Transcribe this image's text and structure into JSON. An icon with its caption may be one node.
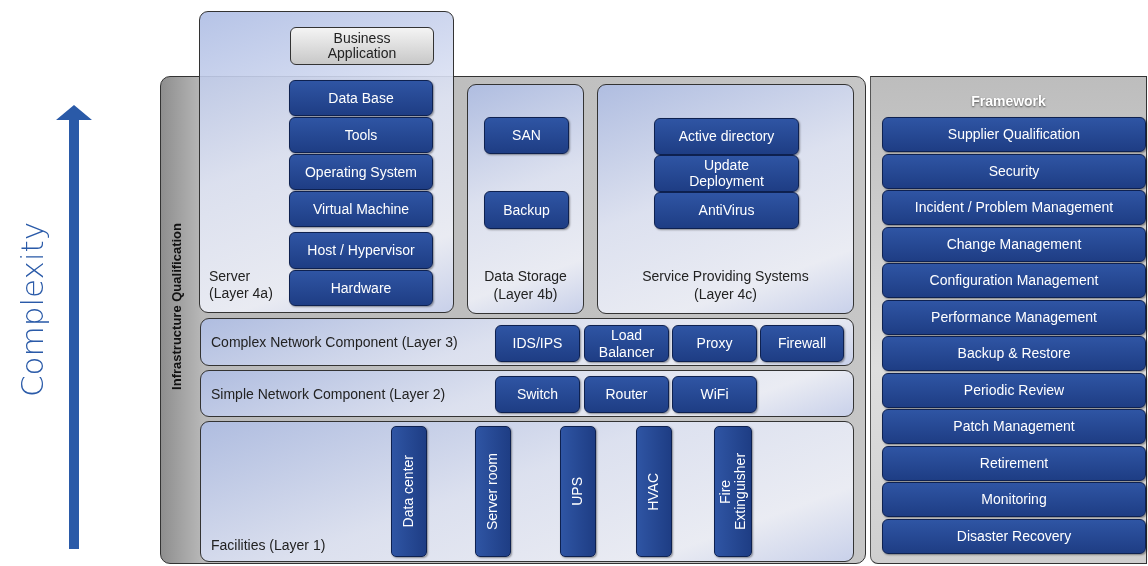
{
  "diagram": {
    "nodes": [
      {
        "text": [
          "Infrastructure Qualification"
        ]
      },
      {
        "text": [
          "Server (Layer 4a)"
        ]
      },
      {
        "text": [
          "Business Application"
        ],
        "in": 1
      },
      {
        "text": [
          "Data Base"
        ]
      },
      {
        "text": [
          "Tools"
        ]
      },
      {
        "text": [
          "Operating System"
        ]
      },
      {
        "text": [
          "Virtual Machine"
        ]
      },
      {
        "text": [
          "Host / Hypervisor"
        ]
      },
      {
        "text": [
          "Hardware"
        ]
      },
      {
        "text": [
          "Data Storage (Layer 4b)"
        ],
        "in": 0
      },
      {
        "text": [
          "SAN"
        ],
        "in": 9
      },
      {
        "text": [
          "Backup"
        ],
        "in": 9
      },
      {
        "text": [
          "Service Providing Systems (Layer 4c)"
        ],
        "in": 0
      },
      {
        "text": [
          "Active directory"
        ],
        "in": 12
      },
      {
        "text": [
          "Update Deployment"
        ],
        "in": 12
      },
      {
        "text": [
          "AntiVirus"
        ],
        "in": 12
      },
      {
        "text": [
          "Complex Network Component (Layer 3)"
        ],
        "in": 0
      },
      {
        "text": [
          "IDS/IPS"
        ],
        "in": 16
      },
      {
        "text": [
          "Load Balancer"
        ],
        "in": 16
      },
      {
        "text": [
          "Proxy"
        ],
        "in": 16
      },
      {
        "text": [
          "Firewall"
        ],
        "in": 16
      },
      {
        "text": [
          "Simple Network Component (Layer 2)"
        ],
        "in": 0
      },
      {
        "text": [
          "Switch"
        ],
        "in": 21
      },
      {
        "text": [
          "Router"
        ],
        "in": 21
      },
      {
        "text": [
          "WiFi"
        ],
        "in": 21
      },
      {
        "text": [
          "Facilities (Layer 1)"
        ],
        "in": 0
      },
      {
        "text": [
          "Data center"
        ],
        "in": 25
      },
      {
        "text": [
          "Server room"
        ],
        "in": 25
      },
      {
        "text": [
          "UPS"
        ],
        "in": 25
      },
      {
        "text": [
          "HVAC"
        ],
        "in": 25
      },
      {
        "text": [
          "Fire Extinguisher"
        ],
        "in": 25
      },
      {
        "text": [
          "Framework"
        ]
      },
      {
        "text": [
          "Supplier Qualification"
        ],
        "in": 31
      },
      {
        "text": [
          "Security"
        ],
        "in": 31
      },
      {
        "text": [
          "Incident / Problem Management"
        ],
        "in": 31
      },
      {
        "text": [
          "Change Management"
        ],
        "in": 31
      },
      {
        "text": [
          "Configuration Management"
        ],
        "in": 31
      },
      {
        "text": [
          "Performance Management"
        ],
        "in": 31
      },
      {
        "text": [
          "Backup & Restore"
        ],
        "in": 31
      },
      {
        "text": [
          "Periodic Review"
        ],
        "in": 31
      },
      {
        "text": [
          "Patch Management"
        ],
        "in": 31
      },
      {
        "text": [
          "Retirement"
        ],
        "in": 31
      },
      {
        "text": [
          "Monitoring"
        ],
        "in": 31
      },
      {
        "text": [
          "Disaster Recovery"
        ],
        "in": 31
      }
    ],
    "labels": [
      "Complexity"
    ]
  }
}
